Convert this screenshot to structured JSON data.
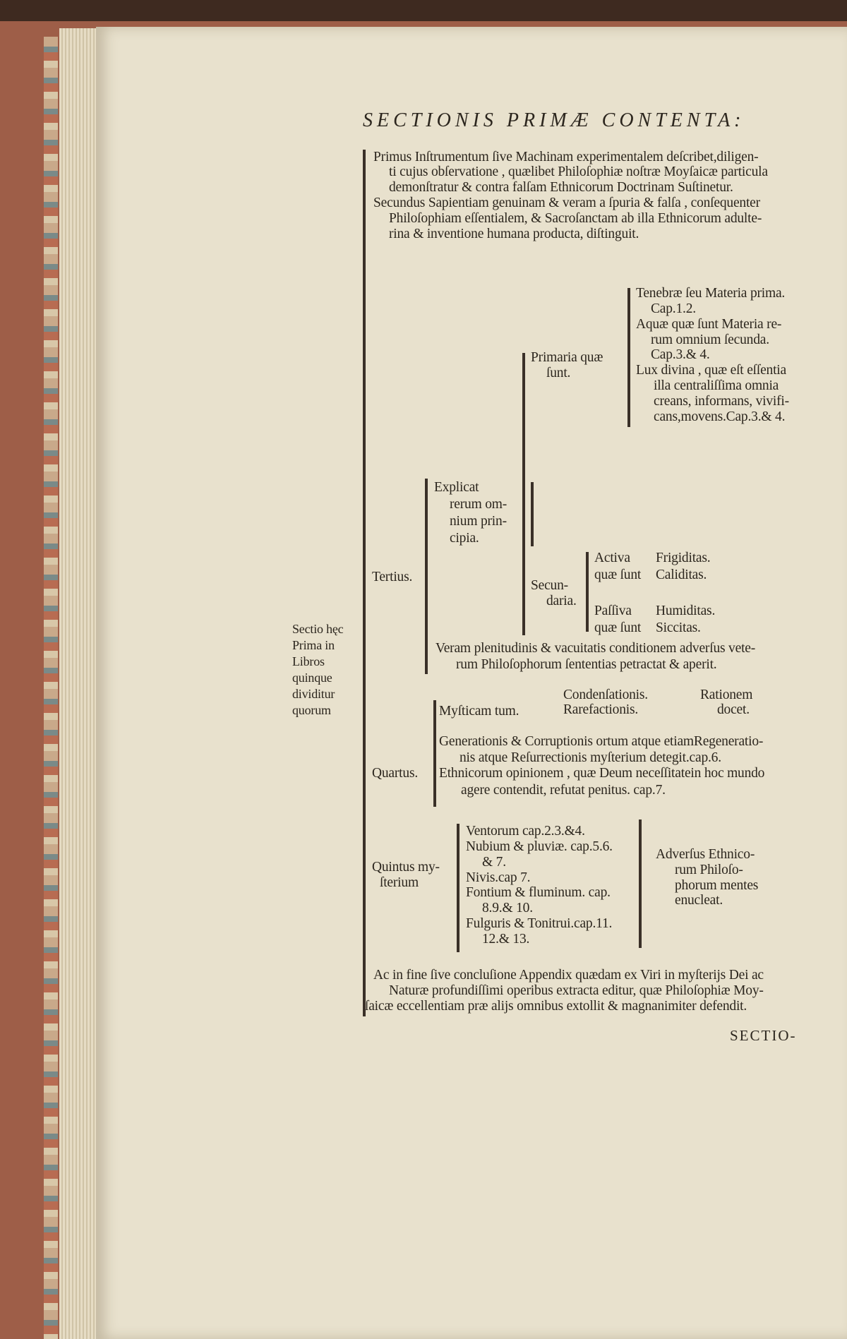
{
  "title": "SECTIONIS PRIMÆ CONTENTA:",
  "intro": [
    "Primus Inſtrumentum ſive Machinam experimentalem deſcribet,diligen-",
    "ti cujus obſervatione , quælibet Philoſophiæ noſtræ Moyſaicæ particula",
    "demonſtratur & contra falſam Ethnicorum Doctrinam Suſtinetur.",
    "Secundus Sapientiam genuinam & veram a ſpuria & falſa , conſequenter",
    "Philoſophiam eſſentialem, & Sacroſanctam ab illa Ethnicorum adulte-",
    "rina & inventione humana producta, diſtinguit."
  ],
  "side_label": [
    "Sectio hęc",
    "Prima in",
    "Libros",
    "quinque",
    "dividitur",
    "quorum"
  ],
  "tertius": {
    "label": "Tertius.",
    "explicat": [
      "Explicat",
      "rerum om-",
      "nium prin-",
      "cipia."
    ],
    "primaria": [
      "Primaria quæ",
      "ſunt."
    ],
    "primaria_items": [
      "Tenebræ ſeu Materia prima.",
      "Cap.1.2.",
      "Aquæ quæ ſunt Materia re-",
      "rum omnium ſecunda.",
      "Cap.3.& 4.",
      "Lux divina , quæ eſt eſſentia",
      "illa centraliſſima omnia",
      "creans, informans, vivifi-",
      "cans,movens.Cap.3.& 4."
    ],
    "secundaria": [
      "Secun-",
      "daria."
    ],
    "activa": [
      "Activa",
      "quæ ſunt"
    ],
    "activa_items": [
      "Frigiditas.",
      "Caliditas."
    ],
    "passiva": [
      "Paſſiva",
      "quæ ſunt"
    ],
    "passiva_items": [
      "Humiditas.",
      "Siccitas."
    ],
    "veram": [
      "Veram plenitudinis & vacuitatis conditionem adverſus vete-",
      "rum Philoſophorum ſententias petractat & aperit."
    ]
  },
  "quartus": {
    "label": "Quartus.",
    "mysticam": "Myſticam tum.",
    "mysticam_items": [
      "Condenſationis.",
      "Rarefactionis."
    ],
    "ratio": [
      "Rationem",
      "docet."
    ],
    "items": [
      "Generationis & Corruptionis ortum atque etiamRegeneratio-",
      "nis atque Reſurrectionis myſterium detegit.cap.6.",
      "Ethnicorum opinionem , quæ Deum neceſſitatein hoc mundo",
      "agere contendit, refutat penitus. cap.7."
    ]
  },
  "quintus": {
    "label": [
      "Quintus my-",
      "ſterium"
    ],
    "items": [
      "Ventorum cap.2.3.&4.",
      "Nubium & pluviæ. cap.5.6.",
      "& 7.",
      "Nivis.cap 7.",
      "Fontium & fluminum. cap.",
      "8.9.& 10.",
      "Fulguris & Tonitrui.cap.11.",
      "12.& 13."
    ],
    "adversus": [
      "Adverſus Ethnico-",
      "rum Philoſo-",
      "phorum mentes",
      "enucleat."
    ]
  },
  "appendix": [
    "Ac in fine ſive concluſione Appendix quædam ex Viri in myſterijs Dei ac",
    "Naturæ profundiſſimi operibus extracta editur, quæ Philoſophiæ Moy-",
    "ſaicæ eccellentiam præ alijs omnibus extollit & magnanimiter defendit."
  ],
  "catchword": "SECTIO-"
}
